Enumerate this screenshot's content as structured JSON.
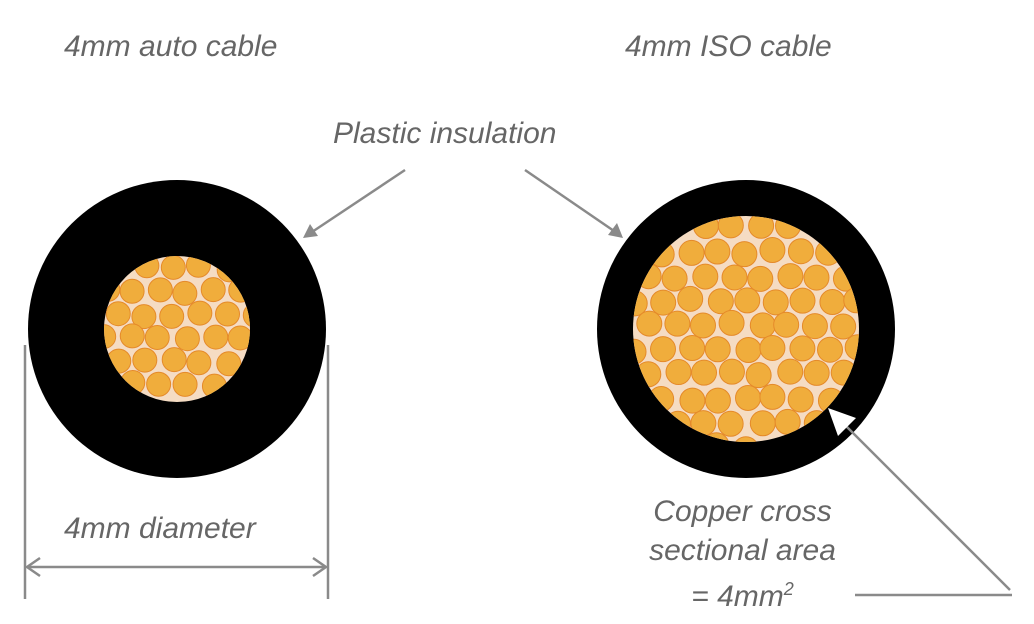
{
  "labels": {
    "left_title": "4mm auto cable",
    "right_title": "4mm ISO cable",
    "insulation": "Plastic insulation",
    "diameter": "4mm diameter",
    "area_line1": "Copper cross",
    "area_line2": "sectional area",
    "area_line3": "= 4mm",
    "area_sup": "2"
  },
  "colors": {
    "insulation": "#000000",
    "core_background": "#f5dcc3",
    "strand_fill": "#f0ad3c",
    "strand_stroke": "#e58a2a",
    "annotation": "#888888",
    "text": "#666666"
  }
}
